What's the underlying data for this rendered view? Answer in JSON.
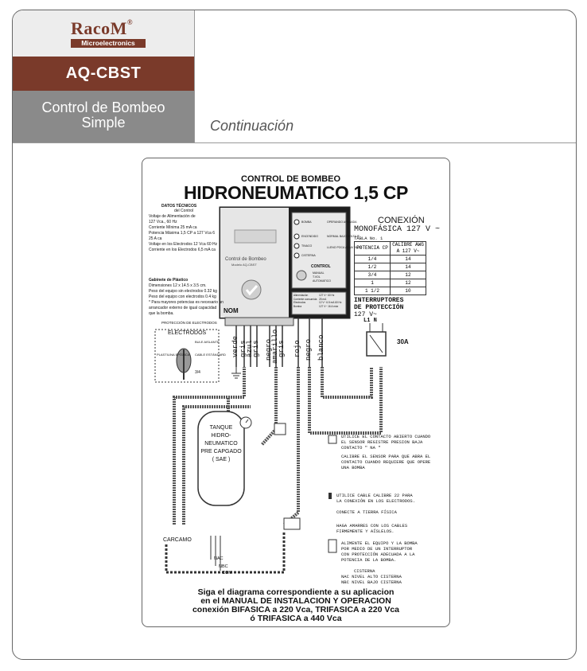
{
  "header": {
    "brand": "RacoM",
    "brand_sub": "Microelectronics",
    "model": "AQ-CBST",
    "product_title_line1": "Control de Bombeo",
    "product_title_line2": "Simple",
    "continuation": "Continuación"
  },
  "diagram": {
    "heading_small": "CONTROL DE BOMBEO",
    "heading_big": "HIDRONEUMATICO 1,5 CP",
    "tech_title": "DATOS TÉCNICOS",
    "tech_subtitle": "del Control",
    "tech_lines": [
      "Voltaje de Alimentación de",
      "127 Vca., 60 Hz",
      "Corriente Mínima 25 mA ca",
      "Potencia Máxima 1,5 CP a 127 Vca 6",
      "25 A ca",
      "Voltaje en los Electrodos 12 Vca 60 Hz",
      "Corriente en los Electrodos 6,5 mA ca"
    ],
    "cabinet_title": "Gabinete de Plástico",
    "cabinet_lines": [
      "Dimensiones 12 x 14.5 x 3.5 cm.",
      "Peso del equipo sin electrodos 0.32 kg",
      "Peso del equipo con electrodos 0.4 kg",
      "* Para mayores potencias es necesario un",
      "arrancador externo de igual capacidad",
      "que la bomba."
    ],
    "electrode_protect": "PROTECCIÓN DE ELECTRODOS",
    "electrodes_title": "ELECTRODOS",
    "electrode_labels": [
      "BULE AISLANTE",
      "CABLE ESTÁNDARD",
      "PLASTILINA EPÓXICA",
      "3/4"
    ],
    "device": {
      "name": "Control de Bombeo",
      "model": "Modelo AQ-CBST",
      "indicators": [
        "BOMBA",
        "ENCENDIDO",
        "TINACO",
        "CISTERNA"
      ],
      "indicator_states": [
        "OPERANDO APAGADA",
        "NORMAL BAJO VOLTAJE",
        "LLENO POCA AGUA VACIO"
      ],
      "control_label": "CONTROL",
      "control_modes": [
        "MANUAL",
        "T.VOL",
        "AUTOMATICO"
      ],
      "nom": "NOM",
      "specs": [
        "Alimentación",
        "Corriente consumida",
        "Electrodos",
        "Bomba"
      ],
      "spec_values": [
        "127 V~ 60 Hz",
        "25 mA",
        "12 V~ 6.5 mA 60 Hz",
        "127 V~ 16 A máx"
      ]
    },
    "wire_labels": [
      "verde",
      "gris",
      "azul",
      "gris",
      "negro",
      "amarillo",
      "gris",
      "rojo",
      "negro",
      "blanco"
    ],
    "connection_title": "CONEXIÓN",
    "connection_type": "MONOFÁSICA 127 V ~",
    "table_label": "TABLA No. 1",
    "table_headers": [
      "POTENCIA CP",
      "CALIBRE AWG A 127 V~"
    ],
    "table_rows": [
      [
        "1/4",
        "14"
      ],
      [
        "1/2",
        "14"
      ],
      [
        "3/4",
        "12"
      ],
      [
        "1",
        "12"
      ],
      [
        "1 1/2",
        "10"
      ]
    ],
    "breaker_title_1": "INTERRUPTORES",
    "breaker_title_2": "DE PROTECCIÓN",
    "breaker_voltage": "127 V~",
    "breaker_lines": "L1   N",
    "breaker_amp": "30A",
    "tank_label_lines": [
      "TANQUE",
      "HIDRO-",
      "NEUMATICO",
      "PRE CAPGADO",
      "( SAE )"
    ],
    "carcamo": "CARCAMO",
    "nac": "NAC",
    "nbc": "NBC",
    "com": "COM",
    "note_sensor": [
      "UTILICE EL CONTACTO ABIERTO CUANDO",
      "EL SENSOR REGISTRE PRESION BAJA",
      "CONTACTO \" NA \"",
      "CALIBRE EL SENSOR PARA QUE ABRA EL",
      "CONTACTO CUANDO REQUIERE QUE OPERE",
      "UNA BOMBA"
    ],
    "note_cable": [
      "UTILICE CABLE CALIBRE 22  PARA",
      "LA CONEXIÓN EN LOS ELECTRODOS."
    ],
    "note_ground": "CONECTE A TIERRA FÍSICA",
    "note_ties": [
      "HAGA AMARRES CON LOS CABLES",
      "FIRMEMENTE Y AÍSLELOS."
    ],
    "note_power": [
      "ALIMENTE EL EQUIPO Y LA BOMBA",
      "POR MEDIO DE UN INTERRUPTOR",
      "CON PROTECCIÓN ADECUADA A LA",
      "POTENCIA DE LA BOMBA."
    ],
    "note_cistern": [
      "CISTERNA",
      "NAC  NIVEL ALTO CISTERNA",
      "NBC  NIVEL BAJO CISTERNA"
    ],
    "footer_lines": [
      "Siga el diagrama correspondiente a su aplicacion",
      "en el MANUAL DE INSTALACION Y OPERACION",
      "conexión BIFASICA a 220 Vca, TRIFASICA a 220 Vca",
      "ó TRIFASICA a 440 Vca"
    ]
  },
  "colors": {
    "brand": "#7a3a2a",
    "title_bg": "#8a8a8a",
    "frame": "#666666"
  }
}
